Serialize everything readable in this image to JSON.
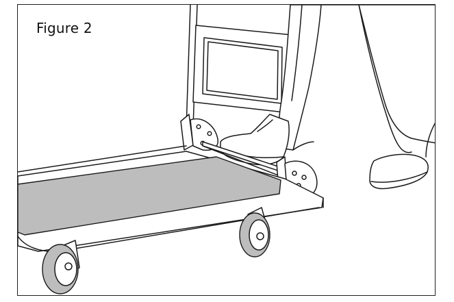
{
  "figure": {
    "caption": "Figure 2"
  },
  "colors": {
    "outline": "#1a1a1a",
    "deck": "#bdbdbd",
    "tyre": "#bdbdbd",
    "background": "#ffffff"
  },
  "icons": {
    "tyre_shading": "grey-fill",
    "hub": "white-disc"
  }
}
